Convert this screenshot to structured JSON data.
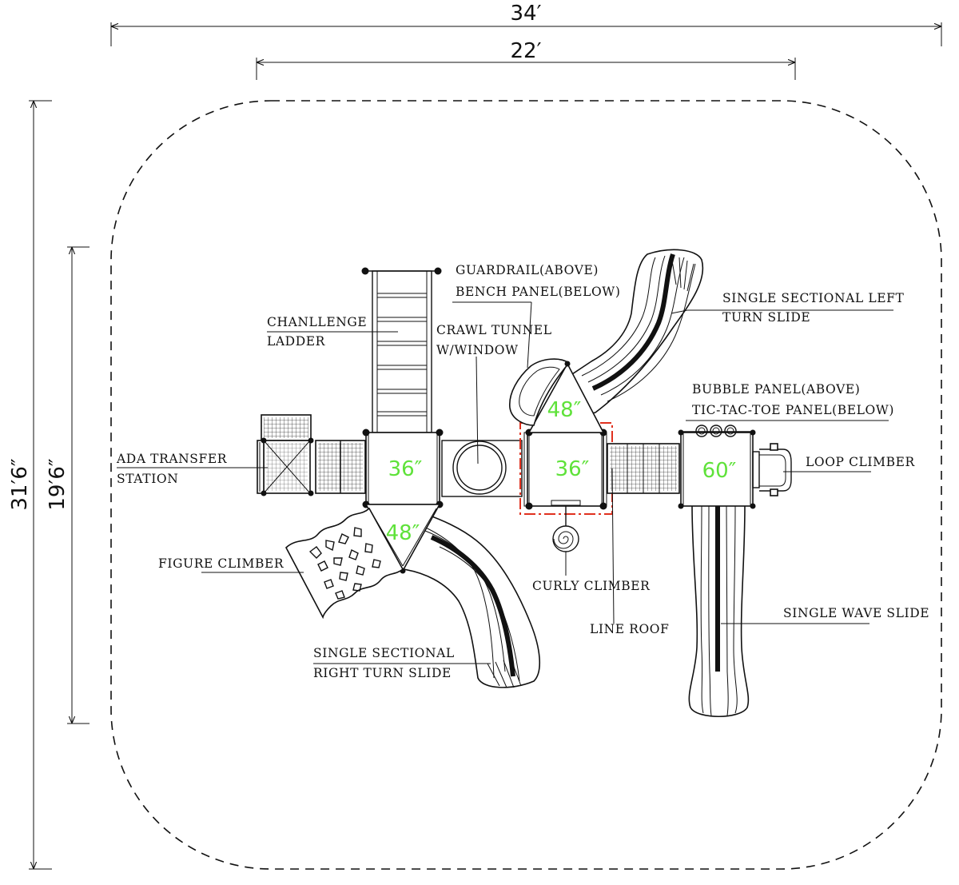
{
  "dimensions": {
    "overall_width": "34′",
    "structure_width": "22′",
    "overall_depth": "31′6″",
    "structure_depth": "19′6″"
  },
  "labels": {
    "challenge_ladder_1": "CHANLLENGE",
    "challenge_ladder_2": "LADDER",
    "guardrail": "GUARDRAIL(ABOVE)",
    "bench_panel": "BENCH PANEL(BELOW)",
    "crawl_tunnel_1": "CRAWL TUNNEL",
    "crawl_tunnel_2": "W/WINDOW",
    "left_slide_1": "SINGLE SECTIONAL LEFT",
    "left_slide_2": "TURN SLIDE",
    "bubble_panel": "BUBBLE PANEL(ABOVE)",
    "tictactoe_panel": "TIC-TAC-TOE PANEL(BELOW)",
    "ada_1": "ADA TRANSFER",
    "ada_2": "STATION",
    "loop_climber": "LOOP CLIMBER",
    "figure_climber": "FIGURE CLIMBER",
    "curly_climber": "CURLY CLIMBER",
    "line_roof": "LINE ROOF",
    "wave_slide": "SINGLE WAVE SLIDE",
    "right_slide_1": "SINGLE SECTIONAL",
    "right_slide_2": "RIGHT TURN SLIDE"
  },
  "deck_heights": {
    "deck_1": "36″",
    "deck_2": "36″",
    "deck_3": "60″",
    "tri_deck_top": "48″",
    "tri_deck_bottom": "48″"
  },
  "colors": {
    "deck_height_text": "#5fe23a",
    "roof_outline": "#e0301e",
    "line": "#111111"
  }
}
